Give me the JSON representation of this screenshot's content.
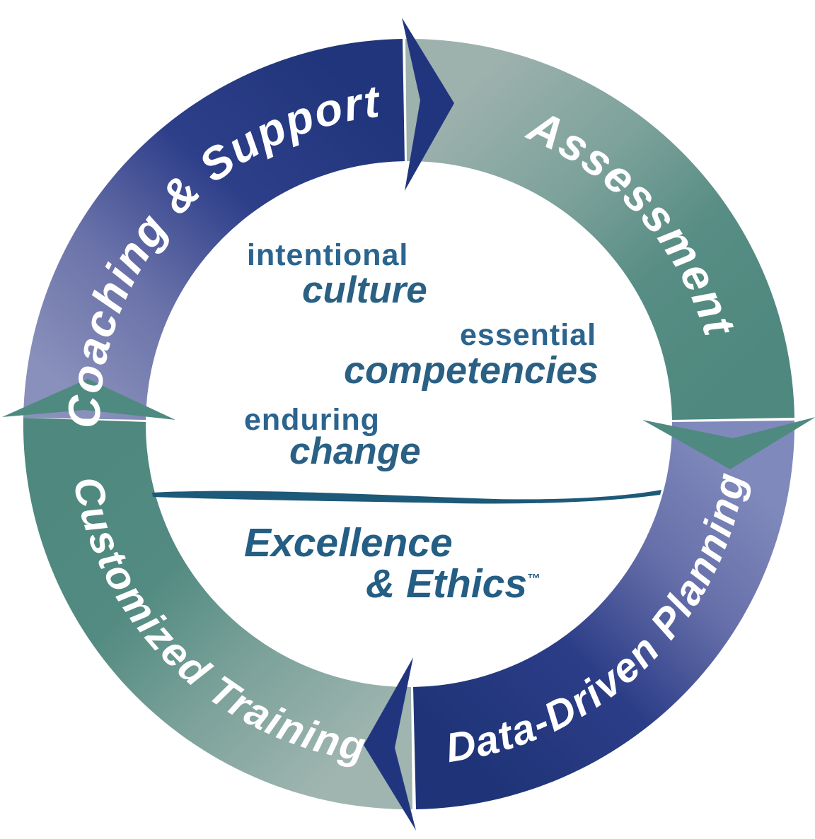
{
  "cycle": {
    "direction": "clockwise",
    "segments": [
      {
        "label": "Coaching & Support",
        "color_start": "#8990bb",
        "color_end": "#20357c",
        "arrow_color": "#21357f",
        "label_color": "#ffffff"
      },
      {
        "label": "Assessment",
        "color_start": "#9db1ad",
        "color_end": "#4e887e",
        "arrow_color": "#4e8a80",
        "label_color": "#ffffff"
      },
      {
        "label": "Data-Driven Planning",
        "color_start": "#8089bb",
        "color_end": "#1f3478",
        "arrow_color": "#21357f",
        "label_color": "#ffffff"
      },
      {
        "label": "Customized Training",
        "color_start": "#a0b5b0",
        "color_end": "#4e887e",
        "arrow_color": "#4e8a80",
        "label_color": "#ffffff"
      }
    ]
  },
  "center": {
    "pairs": [
      {
        "adjective": "intentional",
        "noun": "culture"
      },
      {
        "adjective": "essential",
        "noun": "competencies"
      },
      {
        "adjective": "enduring",
        "noun": "change"
      }
    ],
    "brand": {
      "line1": "Excellence",
      "line2": "& Ethics",
      "trademark": "™"
    },
    "text_color": "#2b648e",
    "underline_color": "#1d5978"
  }
}
